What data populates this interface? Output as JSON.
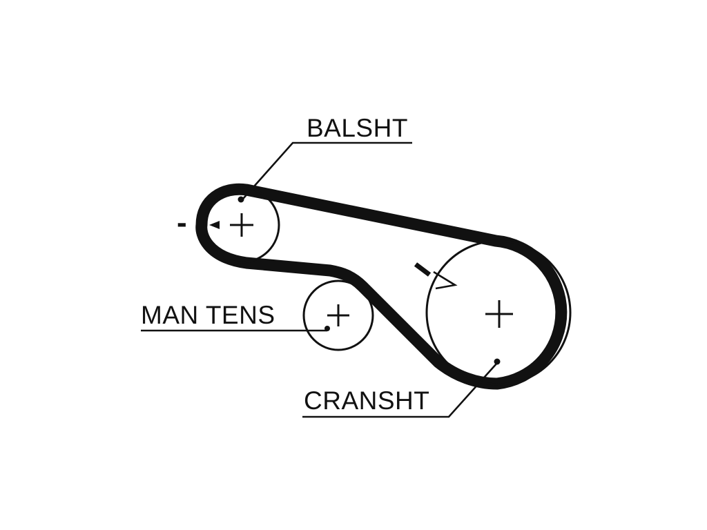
{
  "labels": {
    "balance_shaft": "BALSHT",
    "manual_tensioner": "MAN TENS",
    "crankshaft": "CRANSHT"
  },
  "direction_signs": {
    "balance_shaft": "-",
    "crankshaft": "-"
  }
}
